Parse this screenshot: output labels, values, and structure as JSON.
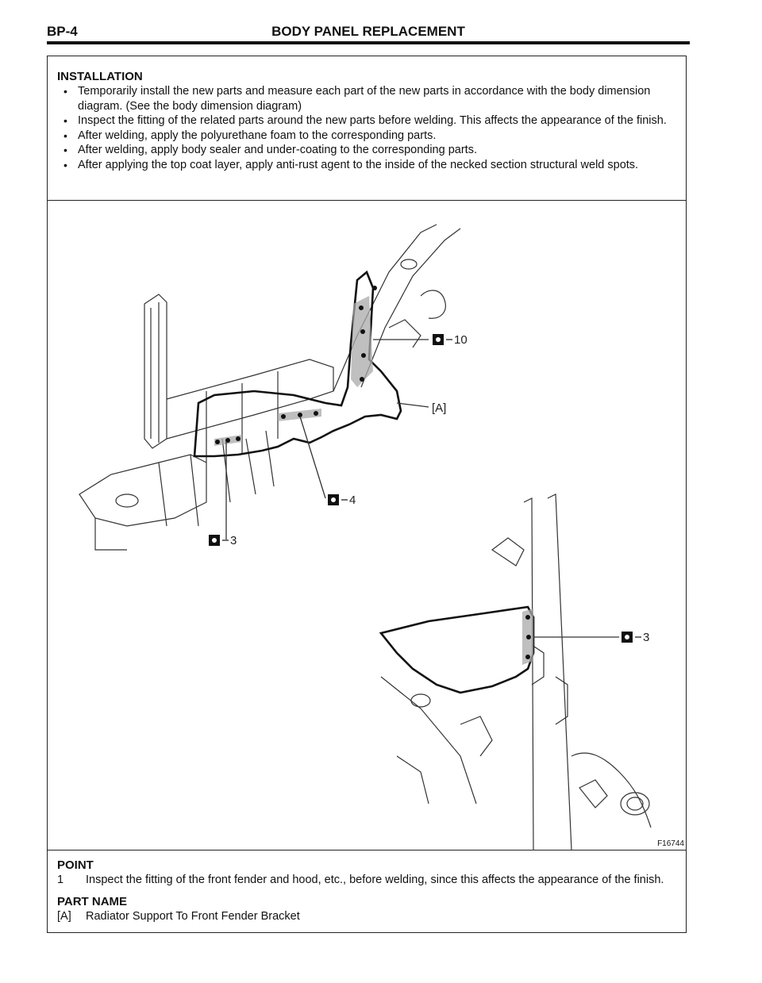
{
  "header": {
    "code": "BP-4",
    "title": "BODY PANEL REPLACEMENT"
  },
  "installation": {
    "title": "INSTALLATION",
    "bullets": [
      "Temporarily install the new parts and measure each part of the new parts in accordance with the body dimension diagram. (See the body dimension diagram)",
      "Inspect the fitting of the related parts around the new parts before welding. This affects the appearance of the finish.",
      "After welding, apply the polyurethane foam to the corresponding parts.",
      "After welding, apply body sealer and under-coating to the corresponding parts.",
      "After applying the top coat layer, apply anti-rust agent to the inside of the necked section structural weld spots."
    ]
  },
  "figure": {
    "code": "F16744",
    "callouts": {
      "c10": "10",
      "cA": "[A]",
      "c4": "4",
      "c3a": "3",
      "c3b": "3"
    }
  },
  "point": {
    "title": "POINT",
    "items": [
      {
        "num": "1",
        "text": "Inspect the fitting of the front fender and hood, etc., before welding, since this affects the appearance of the finish."
      }
    ]
  },
  "part_name": {
    "title": "PART NAME",
    "items": [
      {
        "label": "[A]",
        "text": "Radiator Support To Front Fender Bracket"
      }
    ]
  }
}
